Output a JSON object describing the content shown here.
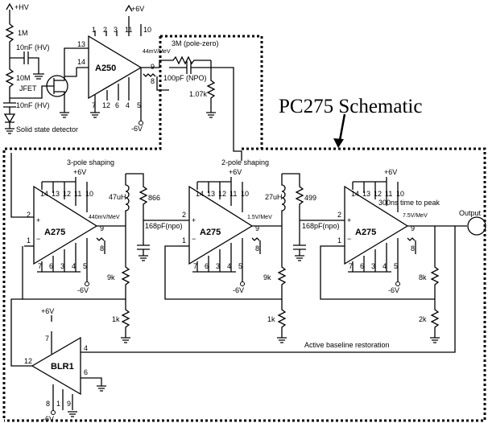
{
  "title": "PC275 Schematic",
  "front_end": {
    "hv_top": "+HV",
    "r1": "1M",
    "c1": "10nF (HV)",
    "r2": "10M",
    "jfet": "JFET",
    "c2": "10nF (HV)",
    "detector": "Solid state detector",
    "amp_name": "A250",
    "pin13": "13",
    "pin14": "14",
    "top_pins": [
      "1",
      "2",
      "3",
      "11",
      "10"
    ],
    "bottom_pins": [
      "7",
      "12",
      "6",
      "4",
      "5"
    ],
    "pin9": "9",
    "pin8": "8",
    "vpos": "+6V",
    "vneg": "-6V",
    "gain": "44mV/MeV",
    "pz_r": "3M (pole-zero)",
    "pz_c": "100pF (NPO)",
    "pz_r2": "1.07k"
  },
  "stages": [
    {
      "label": "3-pole shaping",
      "amp_name": "A275",
      "top_pins": [
        "14",
        "13",
        "12",
        "11",
        "10"
      ],
      "bottom_pins": [
        "7",
        "6",
        "3",
        "4",
        "5"
      ],
      "pin2": "2",
      "pin1": "1",
      "pin9": "9",
      "pin8": "8",
      "vpos": "+6V",
      "vneg": "-6V",
      "gain": "440mV/MeV",
      "inductor": "47uH",
      "r_series": "866",
      "cap": "168pF(npo)",
      "r_fb": "9k",
      "r_gnd": "1k"
    },
    {
      "label": "2-pole shaping",
      "amp_name": "A275",
      "top_pins": [
        "14",
        "13",
        "12",
        "11",
        "10"
      ],
      "bottom_pins": [
        "7",
        "6",
        "3",
        "4",
        "5"
      ],
      "pin2": "2",
      "pin1": "1",
      "pin9": "9",
      "pin8": "8",
      "vpos": "+6V",
      "vneg": "-6V",
      "gain": "1.5V/MeV",
      "inductor": "27uH",
      "r_series": "499",
      "cap": "168pF(npo)",
      "r_fb": "9k",
      "r_gnd": "1k"
    },
    {
      "label": "300ns time to peak",
      "amp_name": "A275",
      "top_pins": [
        "14",
        "13",
        "12",
        "11",
        "10"
      ],
      "bottom_pins": [
        "7",
        "6",
        "3",
        "4",
        "5"
      ],
      "pin2": "2",
      "pin1": "1",
      "pin9": "9",
      "pin8": "8",
      "vpos": "+6V",
      "vneg": "-6V",
      "gain": "7.5V/MeV",
      "r_fb": "8k",
      "r_gnd": "2k",
      "output": "Output"
    }
  ],
  "blr": {
    "name": "BLR1",
    "vpos": "+6V",
    "pin7": "7",
    "pin12": "12",
    "pin4": "4",
    "pin6": "6",
    "pin8": "8",
    "pin1": "1",
    "pin9": "9",
    "vneg": "-6V",
    "label": "Active baseline restoration"
  }
}
